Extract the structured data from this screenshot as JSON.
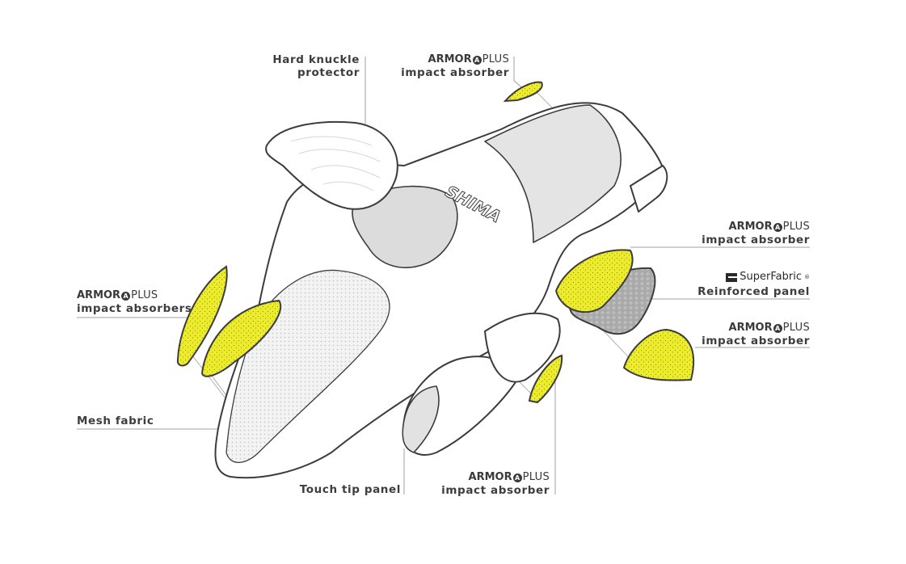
{
  "brand": {
    "armor_bold": "ARMOR",
    "armor_mark": "A",
    "armor_plus": "PLUS",
    "superfabric": "SuperFabric",
    "superfabric_mark": "®"
  },
  "glove_logo_text": "SHIMA",
  "callouts": {
    "knuckle": {
      "line1": "Hard knuckle",
      "line2": "protector"
    },
    "top_absorber": {
      "line2": "impact absorber"
    },
    "right_absorber_1": {
      "line2": "impact absorber"
    },
    "reinforced": {
      "line2": "Reinforced panel"
    },
    "right_absorber_2": {
      "line2": "impact absorber"
    },
    "left_absorbers": {
      "line2": "impact absorbers"
    },
    "mesh": {
      "line1": "Mesh fabric"
    },
    "touch_tip": {
      "line1": "Touch tip panel"
    },
    "bottom_absorber": {
      "line2": "impact absorber"
    }
  },
  "colors": {
    "absorber_yellow": "#ecec2a",
    "outline": "#3c3c3c",
    "panel_grey": "#dcdcdc",
    "superfabric_grey": "#9a9a9a",
    "leader": "#9a9a9a"
  }
}
